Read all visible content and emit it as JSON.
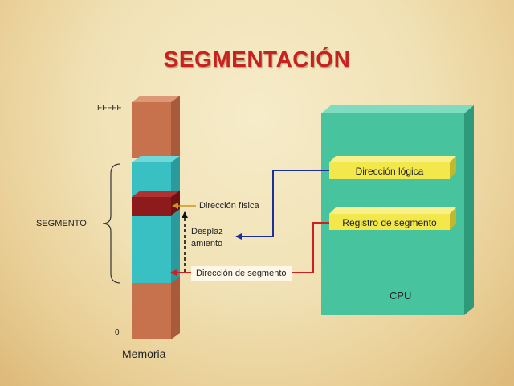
{
  "title": "SEGMENTACIÓN",
  "memory": {
    "top_label": "FFFFF",
    "bottom_label": "0",
    "caption": "Memoria"
  },
  "segment_label": "SEGMENTO",
  "physical_address_label": "Dirección física",
  "offset_label_line1": "Desplaz",
  "offset_label_line2": "amiento",
  "segment_address_label": "Dirección de segmento",
  "cpu": {
    "caption": "CPU",
    "logical_address_label": "Dirección lógica",
    "segment_register_label": "Registro de segmento"
  },
  "colors": {
    "title": "#c7221f",
    "memory": "#c8714d",
    "segment": "#38c0c2",
    "selected_block": "#8e1b1c",
    "cpu": "#47c49e",
    "cpu_fields": "#f2e84b",
    "blue_arrow": "#1d2f9c",
    "red_arrow": "#cf1f1f"
  }
}
